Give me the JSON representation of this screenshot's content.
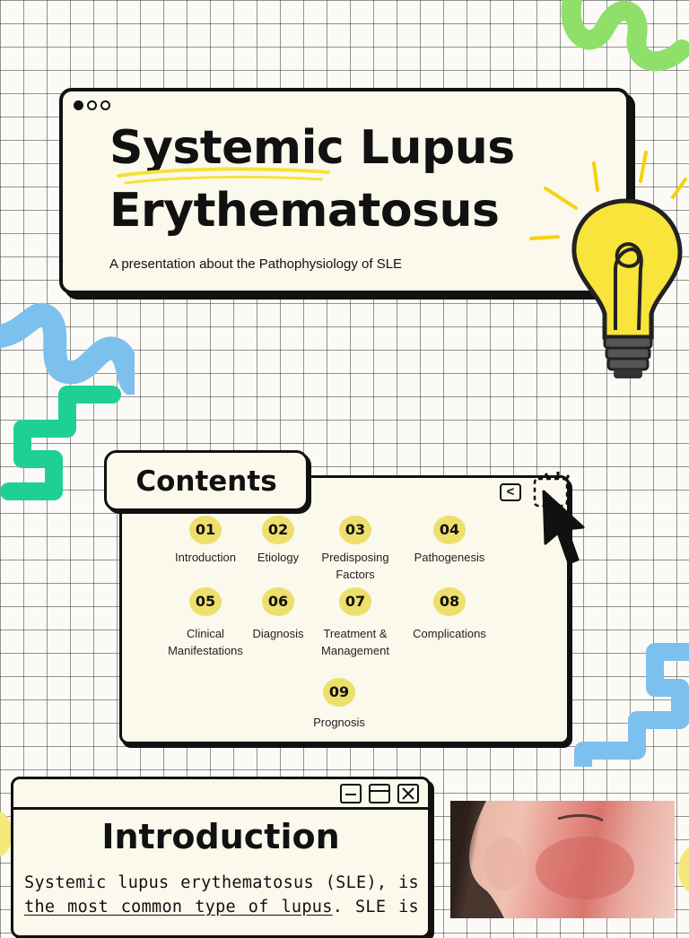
{
  "title": {
    "line1": "Systemic Lupus",
    "line2": "Erythematosus",
    "subtitle": "A presentation about the Pathophysiology of SLE"
  },
  "contents": {
    "heading": "Contents",
    "back_label": "<",
    "items": [
      {
        "num": "01",
        "label": "Introduction"
      },
      {
        "num": "02",
        "label": "Etiology"
      },
      {
        "num": "03",
        "label": "Predisposing Factors"
      },
      {
        "num": "04",
        "label": "Pathogenesis"
      },
      {
        "num": "05",
        "label": "Clinical Manifestations"
      },
      {
        "num": "06",
        "label": "Diagnosis"
      },
      {
        "num": "07",
        "label": "Treatment & Management"
      },
      {
        "num": "08",
        "label": "Complications"
      },
      {
        "num": "09",
        "label": "Prognosis"
      }
    ]
  },
  "intro": {
    "heading": "Introduction",
    "text_part1": "Systemic lupus erythematosus (SLE), is",
    "text_link": "the most common type of lupus",
    "text_part2": ". SLE is"
  },
  "colors": {
    "accent_yellow": "#ecdf6c",
    "squiggle_green": "#8fe06a",
    "squiggle_blue": "#7cc0ee",
    "squiggle_teal": "#1fcf95",
    "bulb_yellow": "#f8e43a"
  },
  "icons": [
    "window-dots-icon",
    "lightbulb-icon",
    "cursor-click-icon",
    "back-arrow-icon",
    "minimize-icon",
    "maximize-icon",
    "close-icon"
  ]
}
